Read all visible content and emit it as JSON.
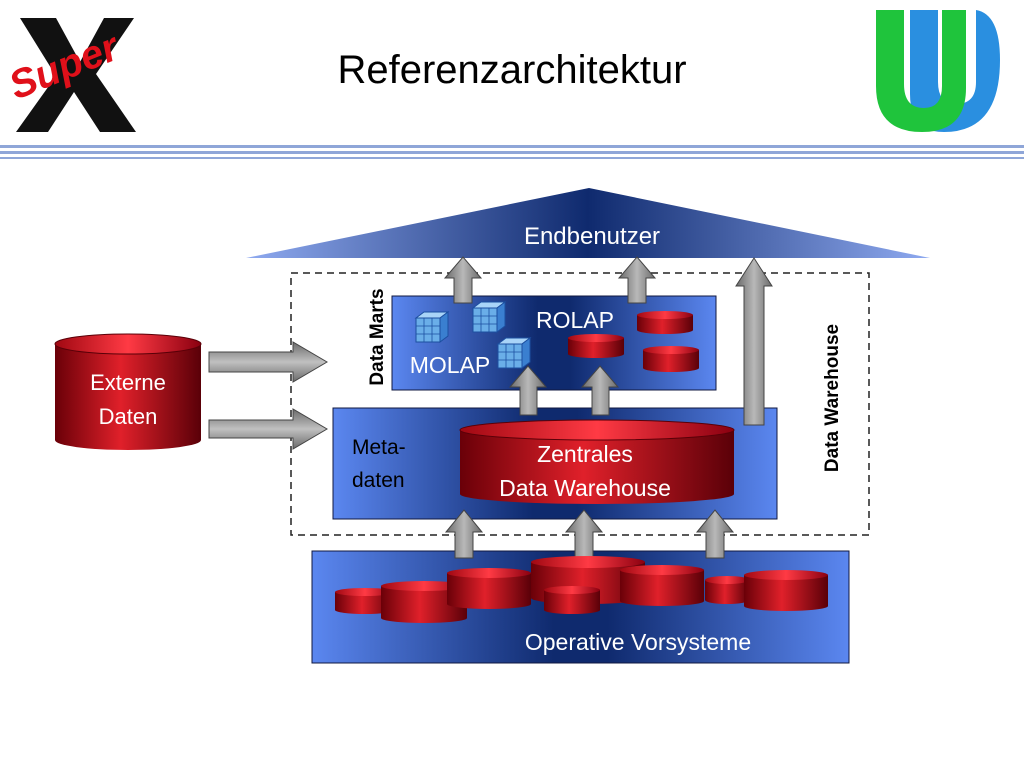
{
  "slide": {
    "title": "Referenzarchitektur",
    "logo_left_text": "Super",
    "logo_left_mark": "X"
  },
  "diagram": {
    "endbenutzer": "Endbenutzer",
    "data_marts_label": "Data Marts",
    "data_warehouse_label": "Data Warehouse",
    "rolap": "ROLAP",
    "molap": "MOLAP",
    "externe_line1": "Externe",
    "externe_line2": "Daten",
    "meta_line1": "Meta-",
    "meta_line2": "daten",
    "zentral_line1": "Zentrales",
    "zentral_line2": "Data Warehouse",
    "operative": "Operative Vorsysteme"
  },
  "colors": {
    "box_blue": "#5b87f0",
    "box_dark": "#0f2a6e",
    "cylinder_red": "#c4101a",
    "cylinder_dark": "#5a0008",
    "arrow_gray": "#8c8c8c",
    "logo_green": "#1fc43c",
    "logo_blue": "#2a8fe0",
    "logo_red": "#e0101a"
  },
  "icons": {
    "logo_left": "superx-logo-icon",
    "logo_right": "ud-logo-icon",
    "olap_cube": "olap-cube-icon"
  }
}
